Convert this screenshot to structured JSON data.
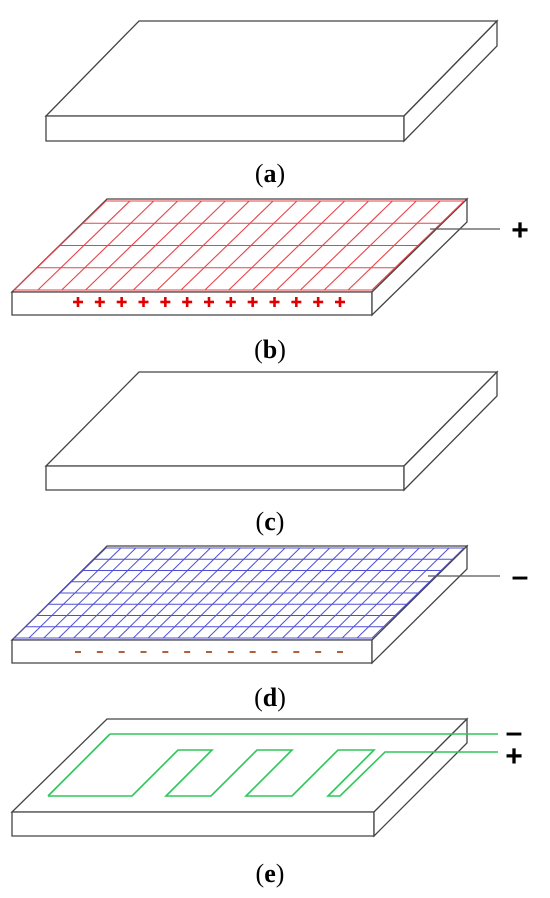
{
  "colors": {
    "plate_outline": "#444444",
    "grid_positive": "#e8434a",
    "grid_negative": "#4f4fd6",
    "charge_positive": "#e00000",
    "charge_negative": "#b0603c",
    "interdigitated": "#2ec65a",
    "lead_line": "#555555"
  },
  "panels": [
    {
      "id": "a",
      "caption": {
        "open": "(",
        "letter": "a",
        "close": ")"
      },
      "electrode": "none"
    },
    {
      "id": "b",
      "caption": {
        "open": "(",
        "letter": "b",
        "close": ")"
      },
      "electrode": "grid",
      "polarity_sign": "+",
      "charge_symbol": "+",
      "charge_count": 13,
      "grid_lines": {
        "columns": 15,
        "rows": 4
      }
    },
    {
      "id": "c",
      "caption": {
        "open": "(",
        "letter": "c",
        "close": ")"
      },
      "electrode": "none"
    },
    {
      "id": "d",
      "caption": {
        "open": "(",
        "letter": "d",
        "close": ")"
      },
      "electrode": "grid",
      "polarity_sign": "–",
      "charge_symbol": "-",
      "charge_count": 13,
      "grid_lines": {
        "columns": 24,
        "rows": 8
      }
    },
    {
      "id": "e",
      "caption": {
        "open": "(",
        "letter": "e",
        "close": ")"
      },
      "electrode": "interdigitated",
      "signs": {
        "top": "–",
        "bottom": "+"
      },
      "meander_teeth": 4
    }
  ]
}
